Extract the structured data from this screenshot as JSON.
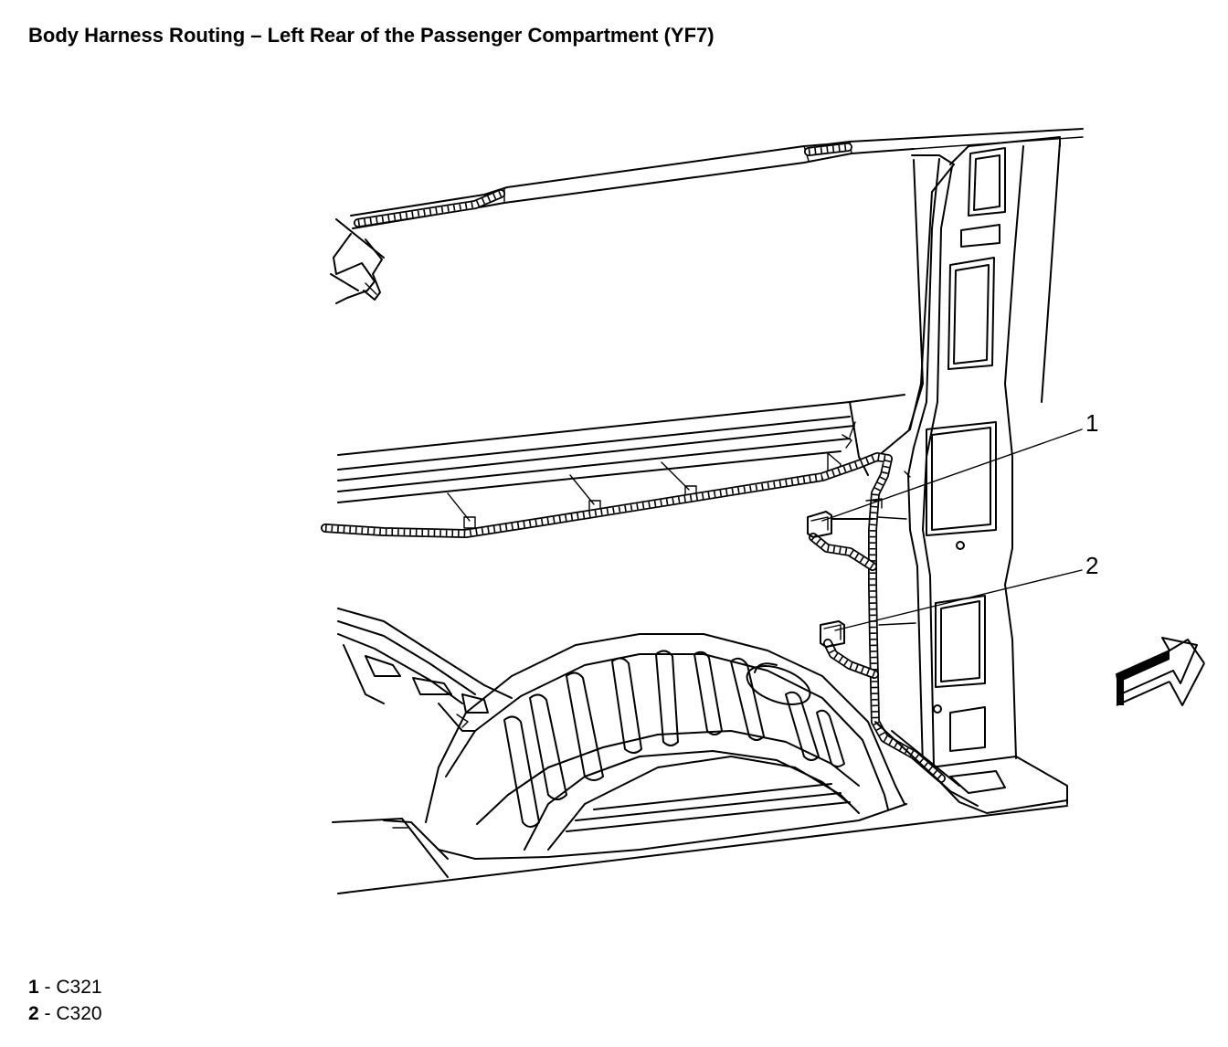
{
  "title": "Body Harness Routing – Left Rear of the Passenger Compartment (YF7)",
  "callouts": [
    {
      "number": "1",
      "connector": "C321"
    },
    {
      "number": "2",
      "connector": "C320"
    }
  ],
  "icons": {
    "front_direction_arrow": "arrow-up-right-icon"
  }
}
